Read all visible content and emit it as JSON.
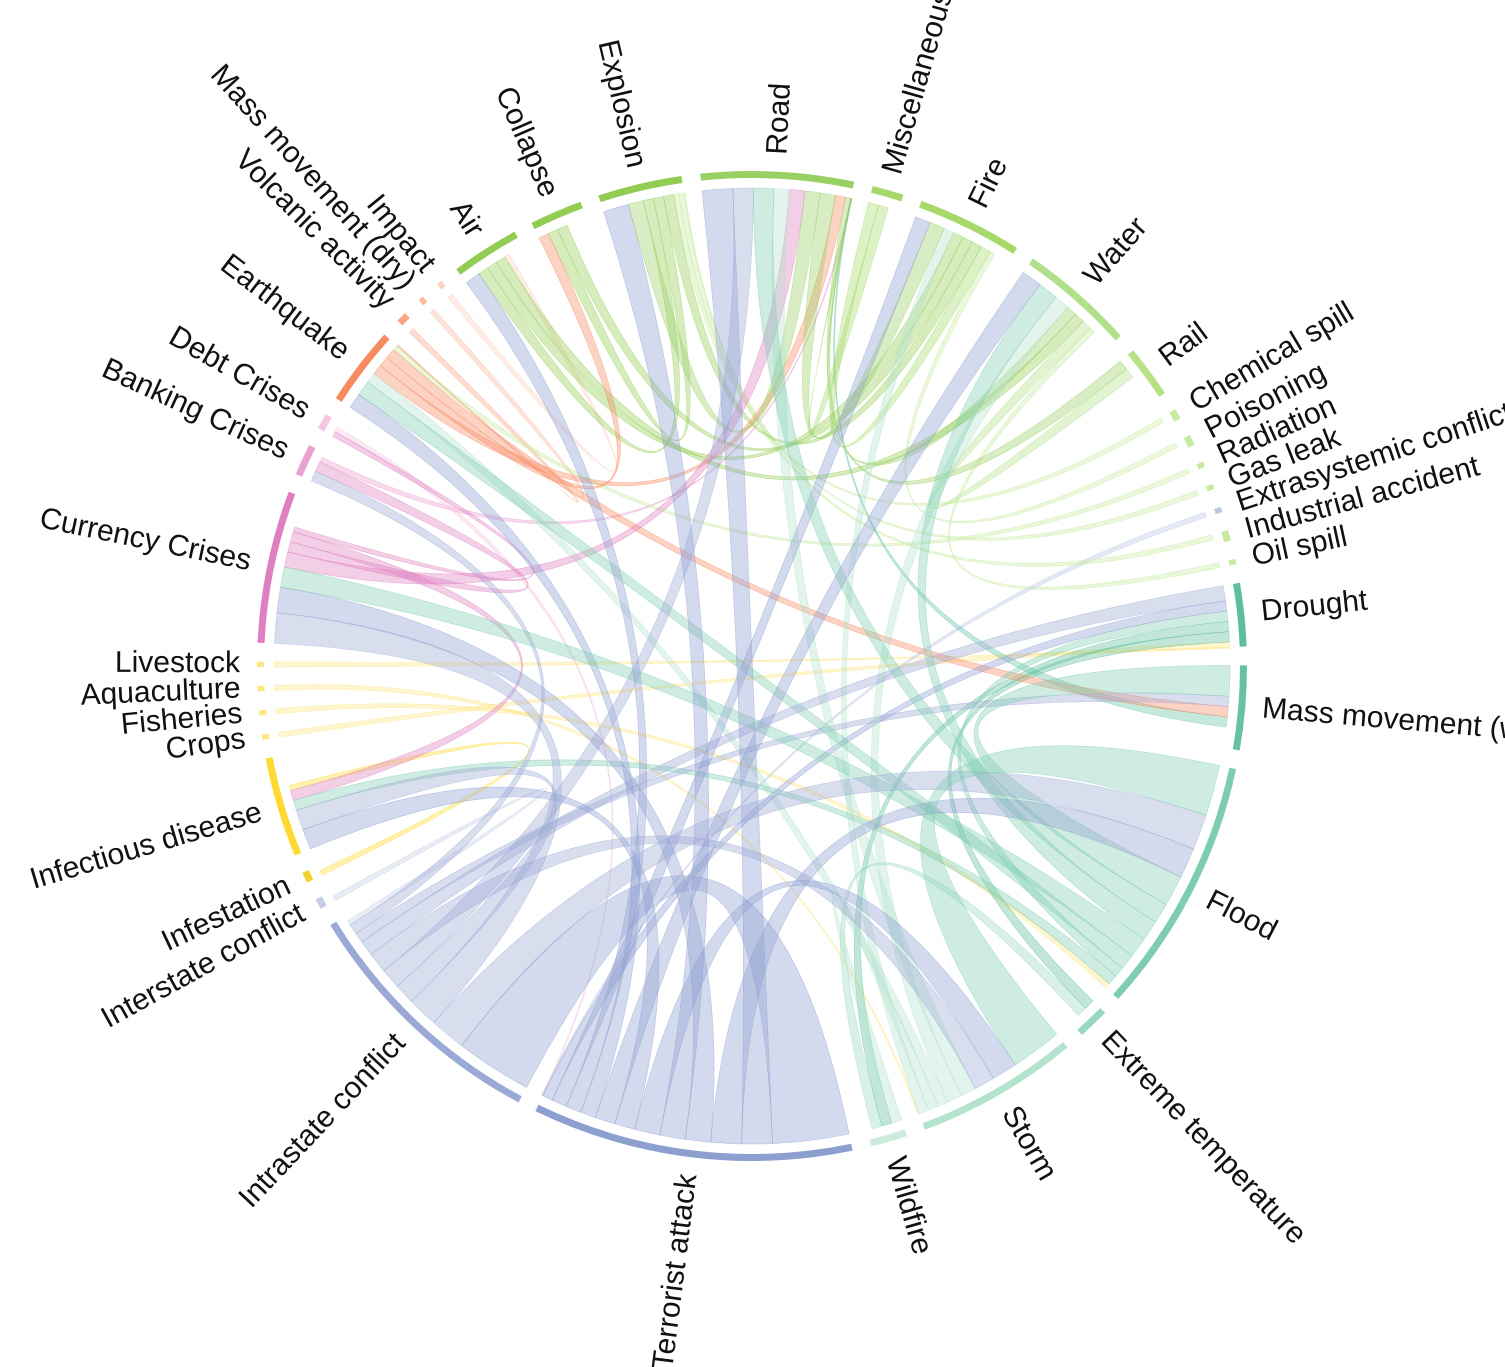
{
  "chart_data": {
    "type": "chord",
    "title": "",
    "group_colors": {
      "technological": "#a6d96a",
      "natural": "#66c2a5",
      "conflict": "#8da0cb",
      "biological": "#ffd92f",
      "economic": "#e78ac3",
      "geophysical": "#fc8d62"
    },
    "segments": [
      {
        "name": "Road",
        "group": "technological",
        "color": "#98d063",
        "value": 58
      },
      {
        "name": "Miscellaneous accident",
        "group": "technological",
        "color": "#a6d96a",
        "value": 12
      },
      {
        "name": "Fire",
        "group": "technological",
        "color": "#a6d96a",
        "value": 40
      },
      {
        "name": "Water",
        "group": "technological",
        "color": "#b2df8a",
        "value": 44
      },
      {
        "name": "Rail",
        "group": "technological",
        "color": "#b8e186",
        "value": 20
      },
      {
        "name": "Chemical spill",
        "group": "technological",
        "color": "#c7e9a0",
        "value": 4
      },
      {
        "name": "Poisoning",
        "group": "technological",
        "color": "#c7e9a0",
        "value": 4
      },
      {
        "name": "Radiation",
        "group": "technological",
        "color": "#c7e9a0",
        "value": 2
      },
      {
        "name": "Gas leak",
        "group": "technological",
        "color": "#c7e9a0",
        "value": 2
      },
      {
        "name": "Extrasystemic conflict",
        "group": "conflict",
        "color": "#b9c4e4",
        "value": 2
      },
      {
        "name": "Industrial accident",
        "group": "technological",
        "color": "#c7e9a0",
        "value": 4
      },
      {
        "name": "Oil spill",
        "group": "technological",
        "color": "#c7e9a0",
        "value": 2
      },
      {
        "name": "Drought",
        "group": "natural",
        "color": "#5fbf9b",
        "value": 24
      },
      {
        "name": "Mass movement (wet)",
        "group": "natural",
        "color": "#66c2a5",
        "value": 32
      },
      {
        "name": "Flood",
        "group": "natural",
        "color": "#7fcdb0",
        "value": 98
      },
      {
        "name": "Extreme temperature",
        "group": "natural",
        "color": "#99d8c0",
        "value": 12
      },
      {
        "name": "Storm",
        "group": "natural",
        "color": "#b3e2cd",
        "value": 62
      },
      {
        "name": "Wildfire",
        "group": "natural",
        "color": "#ccebdc",
        "value": 14
      },
      {
        "name": "Terrorist attack",
        "group": "conflict",
        "color": "#8d9fcf",
        "value": 122
      },
      {
        "name": "Intrastate conflict",
        "group": "conflict",
        "color": "#9aa9d6",
        "value": 98
      },
      {
        "name": "Interstate conflict",
        "group": "conflict",
        "color": "#c4cce6",
        "value": 4
      },
      {
        "name": "Infestation",
        "group": "biological",
        "color": "#f2cf2a",
        "value": 4
      },
      {
        "name": "Infectious disease",
        "group": "biological",
        "color": "#ffd92f",
        "value": 38
      },
      {
        "name": "Crops",
        "group": "biological",
        "color": "#ffe680",
        "value": 2
      },
      {
        "name": "Fisheries",
        "group": "biological",
        "color": "#ffe680",
        "value": 2
      },
      {
        "name": "Aquaculture",
        "group": "biological",
        "color": "#ffe680",
        "value": 2
      },
      {
        "name": "Livestock",
        "group": "biological",
        "color": "#ffe680",
        "value": 2
      },
      {
        "name": "Currency Crises",
        "group": "economic",
        "color": "#df7fbf",
        "value": 58
      },
      {
        "name": "Banking Crises",
        "group": "economic",
        "color": "#eaa0cf",
        "value": 12
      },
      {
        "name": "Debt Crises",
        "group": "economic",
        "color": "#f4c6e0",
        "value": 6
      },
      {
        "name": "Earthquake",
        "group": "geophysical",
        "color": "#f88a60",
        "value": 30
      },
      {
        "name": "Volcanic activity",
        "group": "geophysical",
        "color": "#fba586",
        "value": 4
      },
      {
        "name": "Mass movement (dry)",
        "group": "geophysical",
        "color": "#fbb9a0",
        "value": 2
      },
      {
        "name": "Impact",
        "group": "geophysical",
        "color": "#fdd0bf",
        "value": 2
      },
      {
        "name": "Air",
        "group": "technological",
        "color": "#93cc52",
        "value": 26
      },
      {
        "name": "Collapse",
        "group": "technological",
        "color": "#93cc52",
        "value": 20
      },
      {
        "name": "Explosion",
        "group": "technological",
        "color": "#93cc52",
        "value": 32
      }
    ],
    "ribbons": [
      [
        "Terrorist attack",
        "Intrastate conflict",
        30
      ],
      [
        "Terrorist attack",
        "Currency Crises",
        10
      ],
      [
        "Terrorist attack",
        "Road",
        12
      ],
      [
        "Terrorist attack",
        "Flood",
        12
      ],
      [
        "Terrorist attack",
        "Explosion",
        10
      ],
      [
        "Terrorist attack",
        "Infectious disease",
        8
      ],
      [
        "Terrorist attack",
        "Storm",
        10
      ],
      [
        "Terrorist attack",
        "Earthquake",
        6
      ],
      [
        "Terrorist attack",
        "Air",
        6
      ],
      [
        "Terrorist attack",
        "Water",
        8
      ],
      [
        "Terrorist attack",
        "Fire",
        6
      ],
      [
        "Terrorist attack",
        "Drought",
        4
      ],
      [
        "Intrastate conflict",
        "Currency Crises",
        12
      ],
      [
        "Intrastate conflict",
        "Flood",
        14
      ],
      [
        "Intrastate conflict",
        "Infectious disease",
        8
      ],
      [
        "Intrastate conflict",
        "Drought",
        6
      ],
      [
        "Intrastate conflict",
        "Road",
        8
      ],
      [
        "Intrastate conflict",
        "Storm",
        8
      ],
      [
        "Intrastate conflict",
        "Mass movement (wet)",
        4
      ],
      [
        "Intrastate conflict",
        "Banking Crises",
        4
      ],
      [
        "Flood",
        "Storm",
        20
      ],
      [
        "Flood",
        "Mass movement (wet)",
        12
      ],
      [
        "Flood",
        "Road",
        8
      ],
      [
        "Flood",
        "Water",
        8
      ],
      [
        "Flood",
        "Currency Crises",
        8
      ],
      [
        "Flood",
        "Earthquake",
        6
      ],
      [
        "Flood",
        "Drought",
        4
      ],
      [
        "Flood",
        "Infectious disease",
        4
      ],
      [
        "Storm",
        "Road",
        6
      ],
      [
        "Storm",
        "Water",
        6
      ],
      [
        "Storm",
        "Earthquake",
        4
      ],
      [
        "Storm",
        "Wildfire",
        4
      ],
      [
        "Storm",
        "Fire",
        4
      ],
      [
        "Currency Crises",
        "Banking Crises",
        4
      ],
      [
        "Currency Crises",
        "Debt Crises",
        2
      ],
      [
        "Currency Crises",
        "Road",
        6
      ],
      [
        "Currency Crises",
        "Infectious disease",
        4
      ],
      [
        "Earthquake",
        "Road",
        4
      ],
      [
        "Earthquake",
        "Collapse",
        4
      ],
      [
        "Earthquake",
        "Mass movement (wet)",
        4
      ],
      [
        "Road",
        "Explosion",
        6
      ],
      [
        "Road",
        "Fire",
        6
      ],
      [
        "Road",
        "Rail",
        4
      ],
      [
        "Road",
        "Water",
        4
      ],
      [
        "Air",
        "Explosion",
        4
      ],
      [
        "Air",
        "Fire",
        4
      ],
      [
        "Air",
        "Water",
        4
      ],
      [
        "Collapse",
        "Explosion",
        4
      ],
      [
        "Collapse",
        "Fire",
        4
      ],
      [
        "Explosion",
        "Fire",
        4
      ],
      [
        "Water",
        "Rail",
        4
      ],
      [
        "Fire",
        "Miscellaneous accident",
        4
      ],
      [
        "Drought",
        "Wildfire",
        4
      ],
      [
        "Drought",
        "Extreme temperature",
        4
      ],
      [
        "Extreme temperature",
        "Wildfire",
        4
      ],
      [
        "Mass movement (wet)",
        "Road",
        4
      ],
      [
        "Infectious disease",
        "Infestation",
        2
      ],
      [
        "Interstate conflict",
        "Intrastate conflict",
        2
      ],
      [
        "Chemical spill",
        "Explosion",
        2
      ],
      [
        "Poisoning",
        "Fire",
        2
      ],
      [
        "Industrial accident",
        "Explosion",
        2
      ],
      [
        "Extrasystemic conflict",
        "Terrorist attack",
        2
      ],
      [
        "Gas leak",
        "Explosion",
        2
      ],
      [
        "Radiation",
        "Earthquake",
        2
      ],
      [
        "Oil spill",
        "Water",
        2
      ],
      [
        "Crops",
        "Drought",
        2
      ],
      [
        "Fisheries",
        "Flood",
        2
      ],
      [
        "Aquaculture",
        "Storm",
        2
      ],
      [
        "Livestock",
        "Drought",
        2
      ],
      [
        "Volcanic activity",
        "Earthquake",
        2
      ],
      [
        "Mass movement (dry)",
        "Earthquake",
        2
      ],
      [
        "Impact",
        "Air",
        2
      ],
      [
        "Debt Crises",
        "Terrorist attack",
        2
      ],
      [
        "Banking Crises",
        "Road",
        2
      ],
      [
        "Miscellaneous accident",
        "Road",
        4
      ]
    ]
  }
}
